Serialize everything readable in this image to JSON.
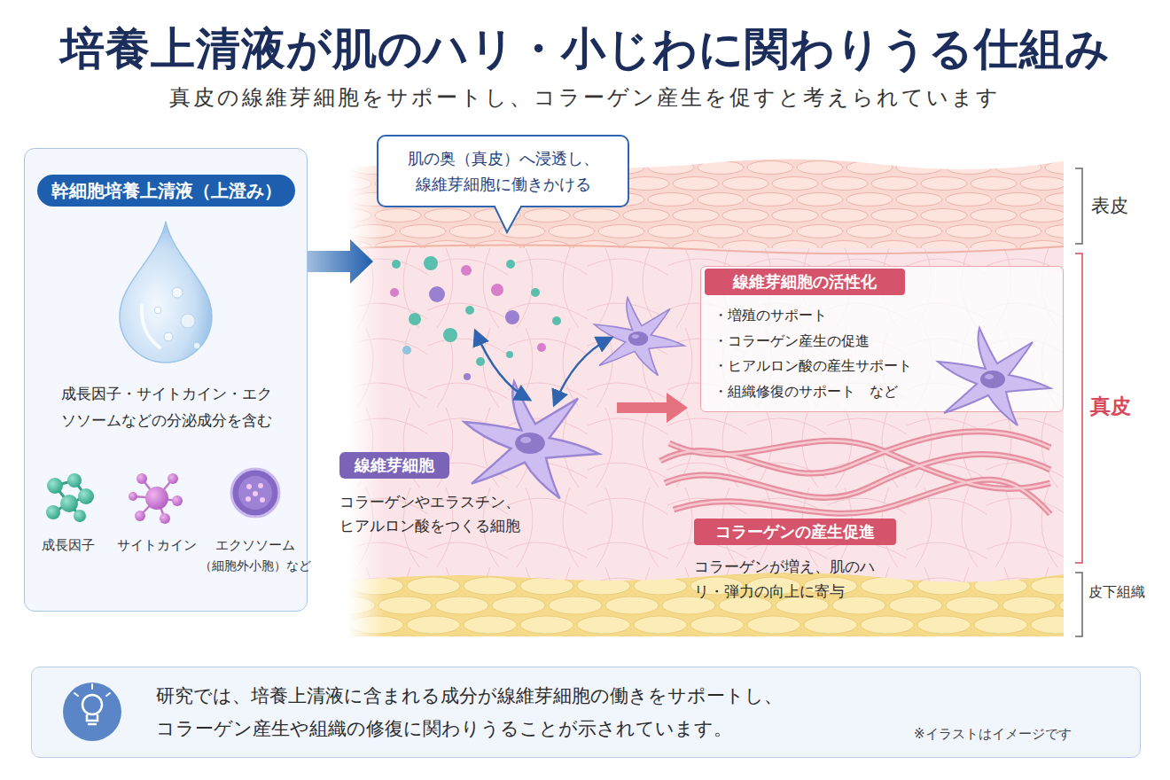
{
  "diagram": {
    "title": "培養上清液が肌のハリ・小じわに関わりうる仕組み",
    "nodes": [
      {
        "text": [
          "幹細胞培養上清液（上澄み）",
          "成長因子・サイトカイン・エクソソームなどの分泌成分を含む"
        ]
      },
      {
        "text": [
          "肌の奥（真皮）へ浸透し、線維芽細胞に働きかける"
        ]
      },
      {
        "text": [
          "線維芽細胞",
          "コラーゲンやエラスチン、ヒアルロン酸をつくる細胞"
        ]
      },
      {
        "text": [
          "線維芽細胞の活性化",
          "・増殖のサポート",
          "・コラーゲン産生の促進",
          "・ヒアルロン酸の産生サポート",
          "・組織修復のサポート　など"
        ]
      },
      {
        "text": [
          "コラーゲンの産生促進",
          "コラーゲンが増え、肌のハリ・弾力の向上に寄与"
        ]
      },
      {
        "text": [
          "研究では、培養上清液に含まれる成分が線維芽細胞の働きをサポートし、コラーゲン産生や組織の修復に関わりうることが示されています。",
          "※イラストはイメージです"
        ]
      }
    ],
    "edges": [
      {
        "from": 2,
        "to": 3,
        "arrow": "to"
      }
    ],
    "labels": [
      "真皮の線維芽細胞をサポートし、コラーゲン産生を促すと考えられています",
      "成長因子",
      "サイトカイン",
      "エクソソーム",
      "（細胞外小胞）など",
      "表皮",
      "真皮",
      "皮下組織"
    ]
  }
}
